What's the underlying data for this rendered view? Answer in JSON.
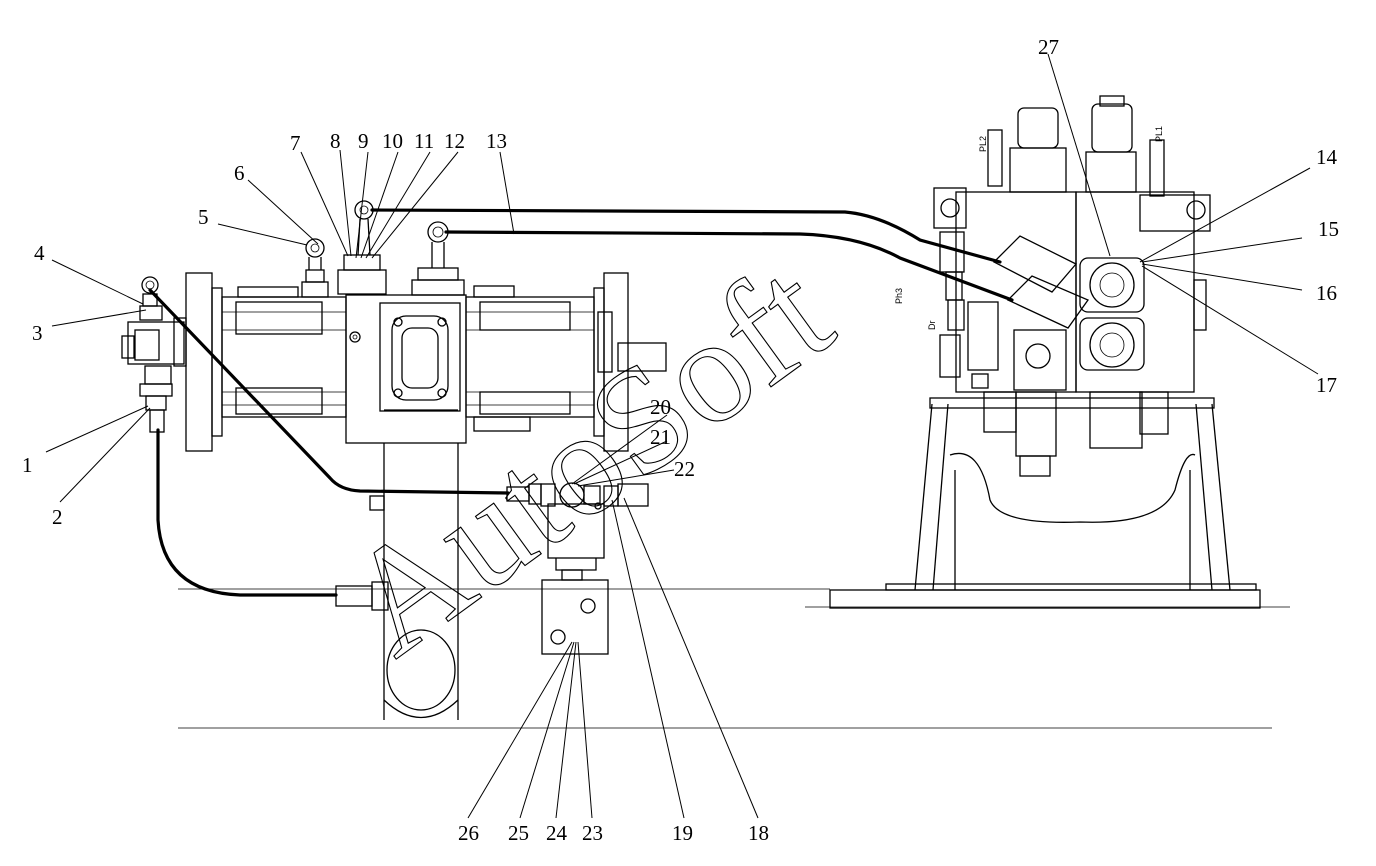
{
  "callouts": [
    "1",
    "2",
    "3",
    "4",
    "5",
    "6",
    "7",
    "8",
    "9",
    "10",
    "11",
    "12",
    "13",
    "14",
    "15",
    "16",
    "17",
    "18",
    "19",
    "20",
    "21",
    "22",
    "23",
    "24",
    "25",
    "26",
    "27"
  ],
  "port_labels": {
    "pl2": "PL2",
    "pl1": "PL1",
    "ph3": "Ph3",
    "dr": "Dr"
  },
  "watermark": "AutoSoft"
}
